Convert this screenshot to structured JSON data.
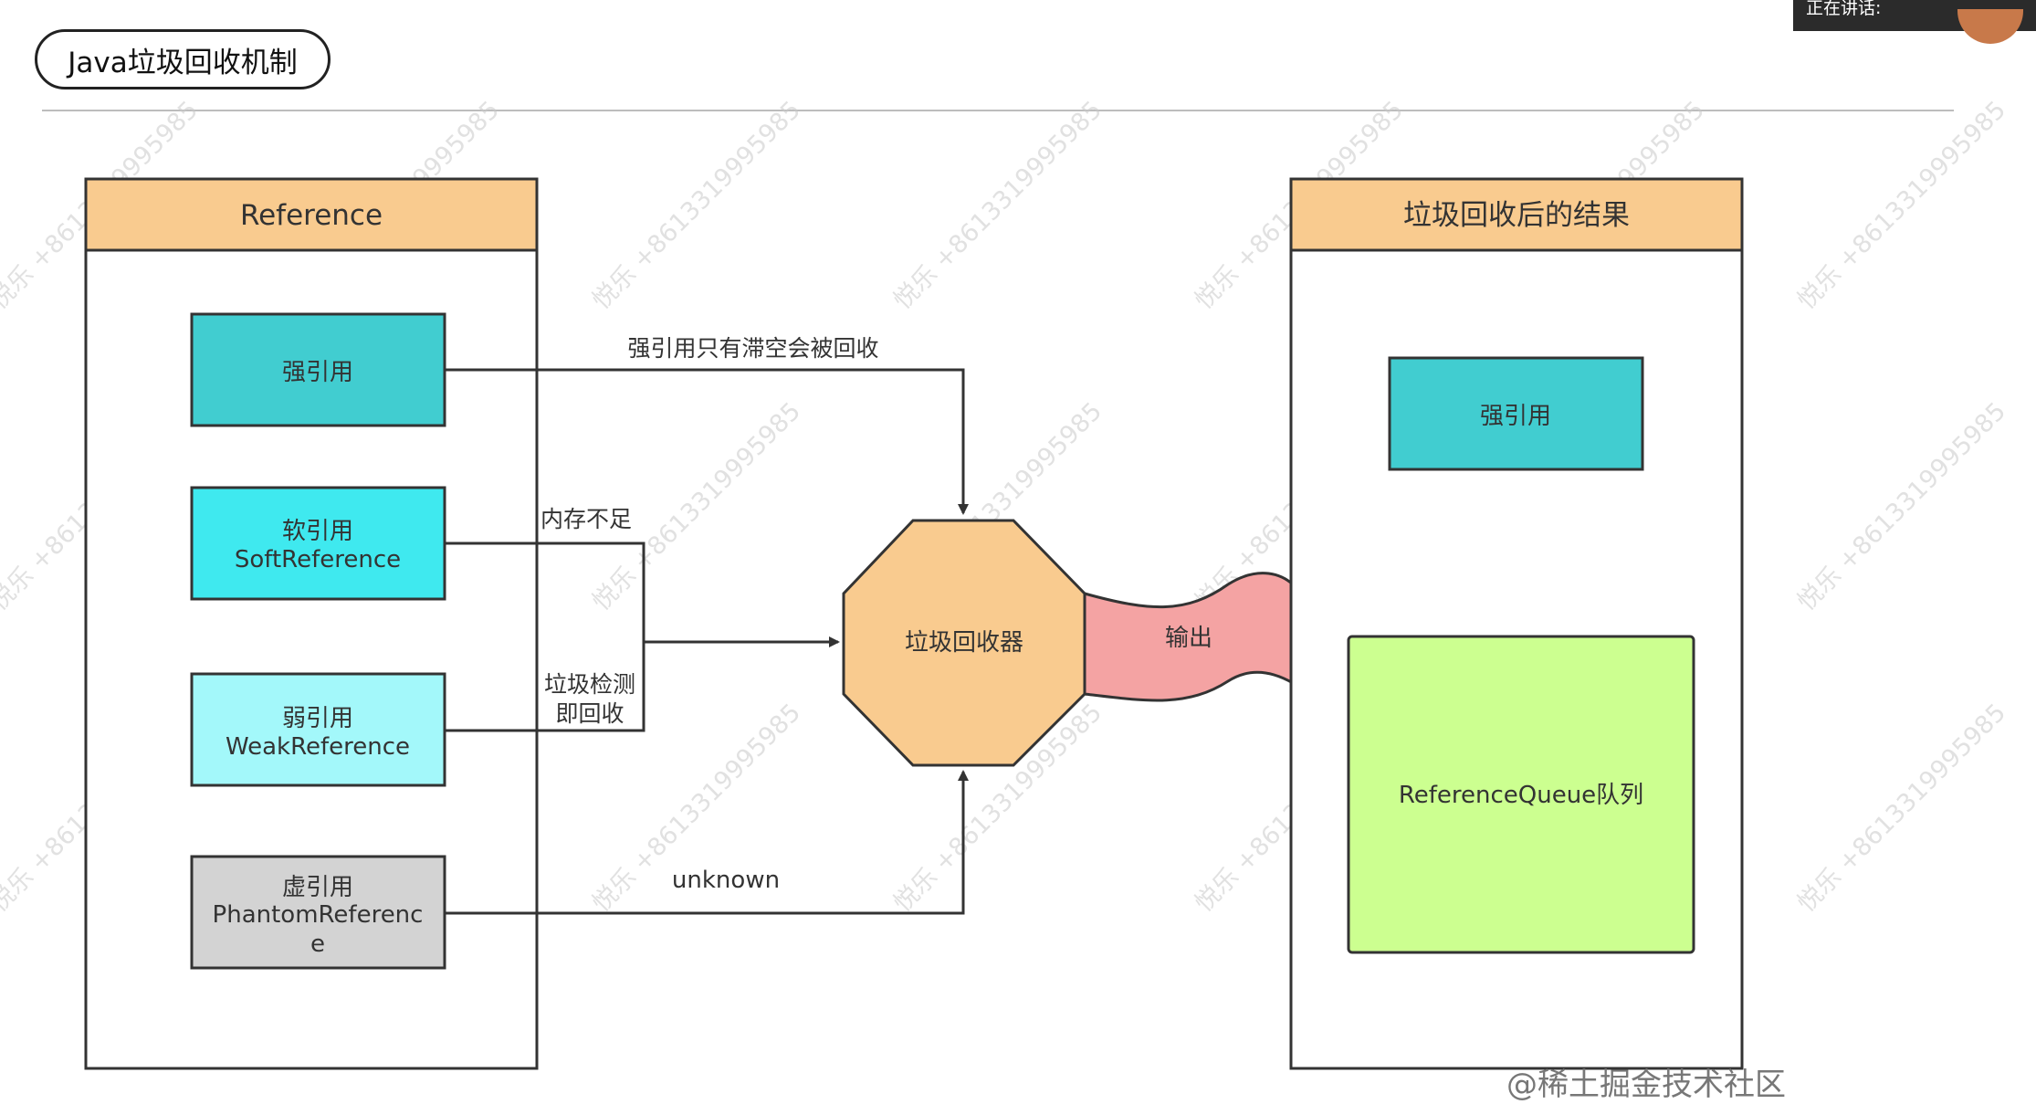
{
  "title": "Java垃圾回收机制",
  "speaking_label": "正在讲话:",
  "left_panel": {
    "header": "Reference",
    "items": [
      {
        "line1": "强引用",
        "line2": "",
        "line3": "",
        "fill": "#41cdd0"
      },
      {
        "line1": "软引用",
        "line2": "SoftReference",
        "line3": "",
        "fill": "#3fe9ef"
      },
      {
        "line1": "弱引用",
        "line2": "WeakReference",
        "line3": "",
        "fill": "#a3f8fa"
      },
      {
        "line1": "虚引用",
        "line2": "PhantomReferenc",
        "line3": "e",
        "fill": "#d3d3d3"
      }
    ]
  },
  "edges": {
    "strong": "强引用只有滞空会被回收",
    "soft": "内存不足",
    "weak_line1": "垃圾检测",
    "weak_line2": "即回收",
    "phantom": "unknown",
    "output": "输出"
  },
  "collector": {
    "label": "垃圾回收器",
    "fill": "#f9cb8f"
  },
  "right_panel": {
    "header": "垃圾回收后的结果",
    "strong_box": "强引用",
    "queue_box": "ReferenceQueue队列",
    "queue_fill": "#ccff90"
  },
  "colors": {
    "header_fill": "#f9cb8f",
    "output_fill": "#f4a3a3",
    "line": "#333333"
  },
  "watermark": "悦乐 +8613319995985",
  "footer": "@稀土掘金技术社区"
}
